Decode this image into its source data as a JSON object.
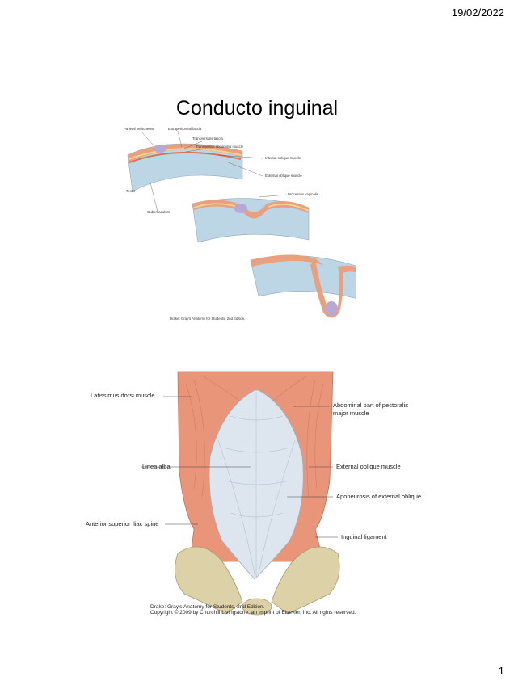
{
  "header": {
    "date": "19/02/2022"
  },
  "footer": {
    "page_number": "1"
  },
  "slide": {
    "title": "Conducto inguinal"
  },
  "figure1": {
    "labels": {
      "parietal_peritoneum": "Parietal peritoneum",
      "extraperitoneal_fascia": "Extraperitoneal fascia",
      "transversalis_fascia": "Transversalis fascia",
      "transversus_abdominis": "Transversus abdominis muscle",
      "internal_oblique": "Internal oblique muscle",
      "external_oblique": "External oblique muscle",
      "processus_vaginalis": "Processus vaginalis",
      "gubernaculum": "Gubernaculum",
      "testis": "Testis"
    },
    "credit": "Drake: Gray's Anatomy for Students, 2nd Edition."
  },
  "figure2": {
    "labels": {
      "latissimus_dorsi": "Latissimus dorsi muscle",
      "abdominal_pectoralis": "Abdominal part of pectoralis major muscle",
      "linea_alba": "Linea alba",
      "external_oblique_muscle": "External oblique muscle",
      "aponeurosis": "Aponeurosis of external oblique",
      "asis": "Anterior superior iliac spine",
      "inguinal_ligament": "Inguinal ligament"
    },
    "credit_line1": "Drake: Gray's Anatomy for Students, 2nd Edition.",
    "credit_line2": "Copyright © 2009 by Churchill Livingstone, an imprint of Elsevier, Inc. All rights reserved."
  }
}
